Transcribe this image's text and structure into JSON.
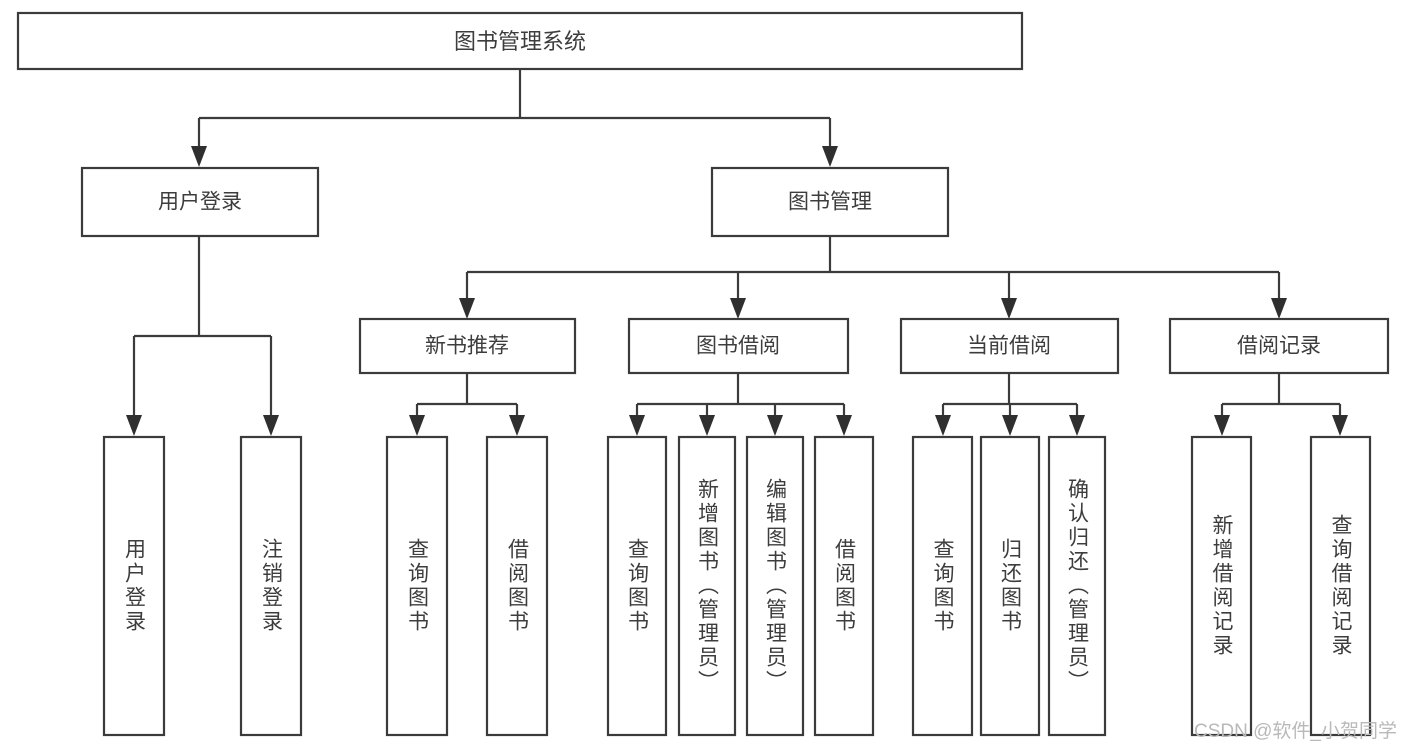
{
  "diagram": {
    "title": "图书管理系统",
    "watermark": "CSDN @软件_小贺同学",
    "theme": {
      "background": "#ffffff",
      "box_fill": "#ffffff",
      "box_stroke": "#3b3b3b",
      "text_color": "#3d3d3d",
      "watermark_color": "#b9b9b9"
    },
    "nodes": {
      "root": {
        "label": "图书管理系统"
      },
      "level2": [
        {
          "id": "user-login",
          "label": "用户登录"
        },
        {
          "id": "book-management",
          "label": "图书管理"
        }
      ],
      "level3": [
        {
          "id": "new-book-recommend",
          "label": "新书推荐"
        },
        {
          "id": "book-borrow",
          "label": "图书借阅"
        },
        {
          "id": "current-borrow",
          "label": "当前借阅"
        },
        {
          "id": "borrow-record",
          "label": "借阅记录"
        }
      ],
      "leaves": {
        "user_login": [
          {
            "id": "leaf-user-login",
            "label": "用户登录"
          },
          {
            "id": "leaf-logout-login",
            "label": "注销登录"
          }
        ],
        "new_book_recommend": [
          {
            "id": "leaf-query-book-1",
            "label": "查询图书"
          },
          {
            "id": "leaf-borrow-book-1",
            "label": "借阅图书"
          }
        ],
        "book_borrow": [
          {
            "id": "leaf-query-book-2",
            "label": "查询图书"
          },
          {
            "id": "leaf-add-book",
            "label": "新增图书（管理员）"
          },
          {
            "id": "leaf-edit-book",
            "label": "编辑图书（管理员）"
          },
          {
            "id": "leaf-borrow-book-2",
            "label": "借阅图书"
          }
        ],
        "current_borrow": [
          {
            "id": "leaf-query-book-3",
            "label": "查询图书"
          },
          {
            "id": "leaf-return-book",
            "label": "归还图书"
          },
          {
            "id": "leaf-confirm-return",
            "label": "确认归还（管理员）"
          }
        ],
        "borrow_record": [
          {
            "id": "leaf-add-record",
            "label": "新增借阅记录"
          },
          {
            "id": "leaf-query-record",
            "label": "查询借阅记录"
          }
        ]
      }
    }
  }
}
